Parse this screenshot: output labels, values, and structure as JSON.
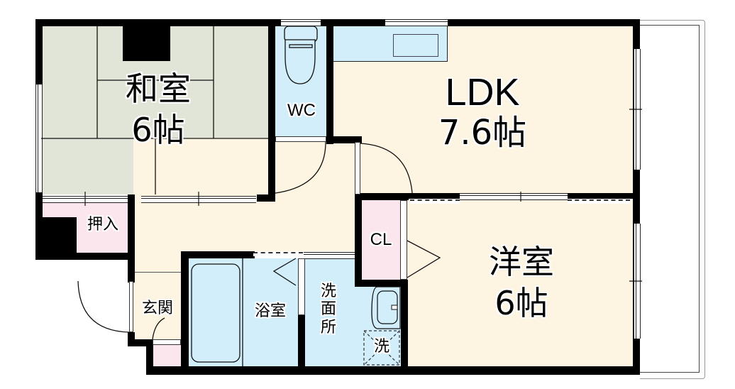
{
  "floorplan": {
    "rooms": {
      "washitsu": {
        "name": "和室",
        "size": "6帖"
      },
      "wc": {
        "name": "WC"
      },
      "ldk": {
        "name": "LDK",
        "size": "7.6帖"
      },
      "oshiire": {
        "name": "押入"
      },
      "genkan": {
        "name": "玄関"
      },
      "yokushitsu": {
        "name": "浴室"
      },
      "senmenjo": {
        "name": "洗面所"
      },
      "washer": {
        "name": "洗"
      },
      "closet": {
        "name": "CL"
      },
      "youshitsu": {
        "name": "洋室",
        "size": "6帖"
      }
    },
    "colors": {
      "tatami": "#e0e5d8",
      "floor": "#fdf4e2",
      "wet_area": "#d1eefa",
      "closet": "#fbe6ee",
      "wall": "#000000"
    }
  }
}
